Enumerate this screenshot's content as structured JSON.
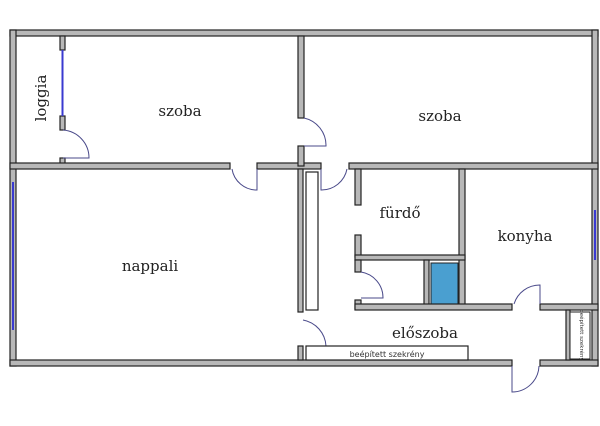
{
  "rooms": {
    "loggia": "loggia",
    "szoba1": "szoba",
    "szoba2": "szoba",
    "nappali": "nappali",
    "furdo": "fürdő",
    "konyha": "konyha",
    "eloszoba": "előszoba"
  },
  "fixtures": {
    "closet_main": "beépített szekrény",
    "closet_small": "beépített szekrény"
  },
  "colors": {
    "wall": "#b8b8b8",
    "window": "#3a3ad0",
    "shaft": "#4a9fd0"
  }
}
